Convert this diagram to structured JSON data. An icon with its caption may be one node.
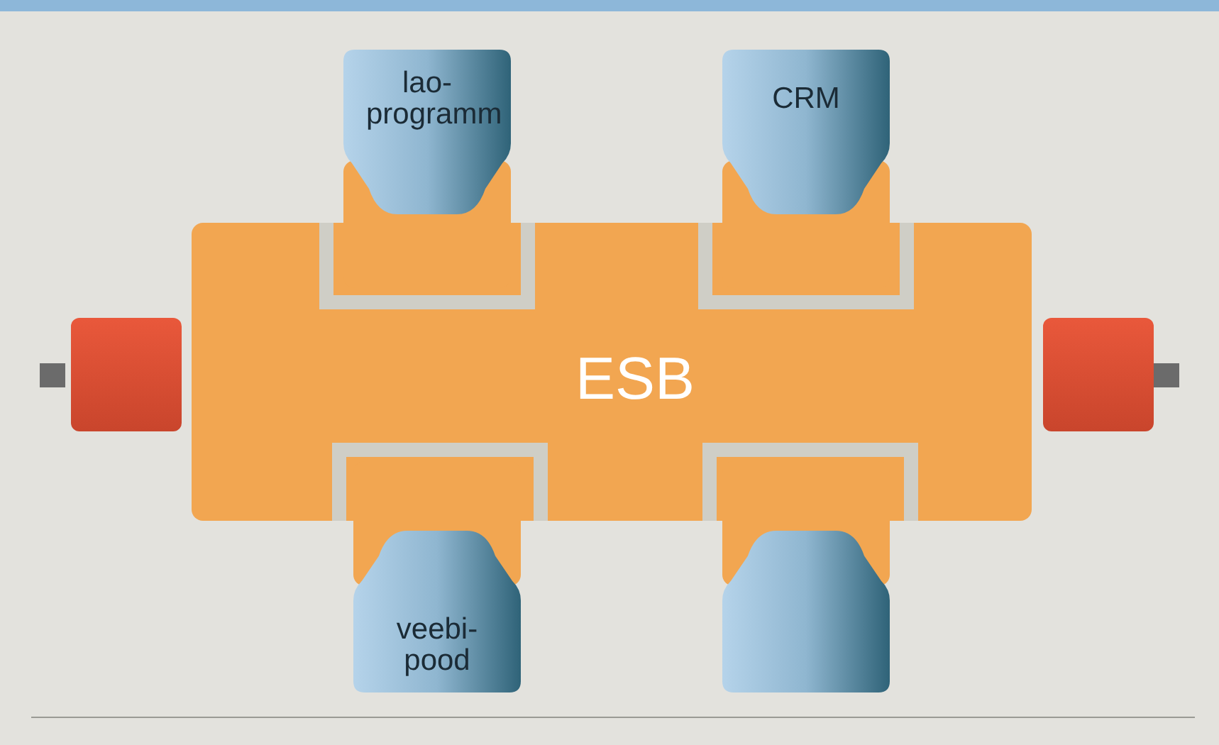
{
  "diagram": {
    "nodes": [
      {
        "text": [
          "ESB"
        ]
      },
      {
        "text": [
          "lao-programm"
        ]
      },
      {
        "text": [
          "CRM"
        ]
      },
      {
        "text": [
          "veebi-pood"
        ]
      },
      {
        "text": [],
        "shape": "box"
      },
      {
        "text": [],
        "shape": "box"
      },
      {
        "text": [],
        "shape": "box"
      }
    ]
  }
}
